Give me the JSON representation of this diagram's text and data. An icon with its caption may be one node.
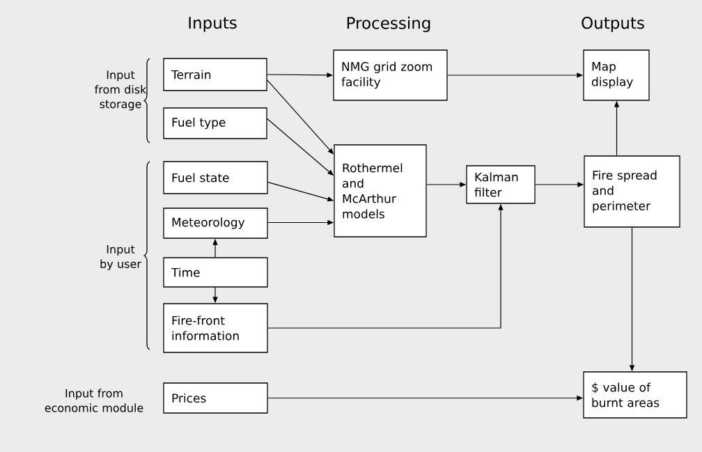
{
  "diagram": {
    "nodes": [
      {
        "text": [
          "Terrain"
        ]
      },
      {
        "text": [
          "Fuel type"
        ]
      },
      {
        "text": [
          "Fuel state"
        ]
      },
      {
        "text": [
          "Meteorology"
        ]
      },
      {
        "text": [
          "Time"
        ]
      },
      {
        "text": [
          "Fire-front information"
        ]
      },
      {
        "text": [
          "Prices"
        ]
      },
      {
        "text": [
          "NMG grid zoom facility"
        ]
      },
      {
        "text": [
          "Rothermel and McArthur models"
        ]
      },
      {
        "text": [
          "Kalman filter"
        ]
      },
      {
        "text": [
          "Map display"
        ]
      },
      {
        "text": [
          "Fire spread and perimeter"
        ]
      },
      {
        "text": [
          "$ value of burnt areas"
        ]
      }
    ],
    "edges": [
      {
        "from": 0,
        "to": 7,
        "arrow": "to"
      },
      {
        "from": 0,
        "to": 8,
        "arrow": "to"
      },
      {
        "from": 1,
        "to": 8,
        "arrow": "to"
      },
      {
        "from": 2,
        "to": 8,
        "arrow": "to"
      },
      {
        "from": 3,
        "to": 8,
        "arrow": "to"
      },
      {
        "from": 4,
        "to": 3,
        "arrow": "to"
      },
      {
        "from": 4,
        "to": 5,
        "arrow": "to"
      },
      {
        "from": 5,
        "to": 9,
        "arrow": "to"
      },
      {
        "from": 7,
        "to": 10,
        "arrow": "to"
      },
      {
        "from": 8,
        "to": 9,
        "arrow": "to"
      },
      {
        "from": 9,
        "to": 11,
        "arrow": "to"
      },
      {
        "from": 11,
        "to": 10,
        "arrow": "to"
      },
      {
        "from": 11,
        "to": 12,
        "arrow": "to"
      },
      {
        "from": 6,
        "to": 12,
        "arrow": "to"
      }
    ],
    "labels": [
      "Inputs",
      "Processing",
      "Outputs",
      "Input from disk storage",
      "Input by user",
      "Input from economic module"
    ]
  }
}
